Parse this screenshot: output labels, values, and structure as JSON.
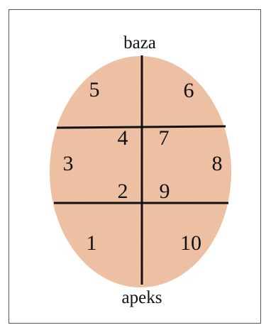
{
  "diagram": {
    "top_label": "baza",
    "bottom_label": "apeks",
    "segments": [
      "1",
      "2",
      "3",
      "4",
      "5",
      "6",
      "7",
      "8",
      "9",
      "10"
    ],
    "colors": {
      "fill": "#f4c6a8",
      "line": "#111111",
      "frame": "#555555"
    }
  }
}
